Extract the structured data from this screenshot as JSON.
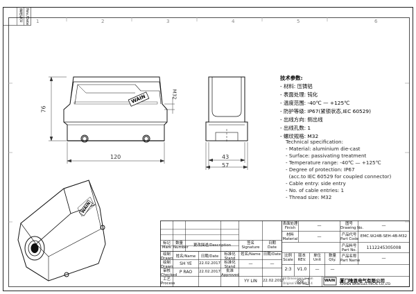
{
  "revision_block": {
    "label_1": "更改标记",
    "label_2": "Rev./Date"
  },
  "zones_top": [
    "1",
    "2",
    "3",
    "4",
    "5",
    "6"
  ],
  "dimensions": {
    "height_front": "76",
    "width_front": "120",
    "cable_entry": "M32",
    "width_side_inner": "43",
    "width_side_outer": "57"
  },
  "specs_cn": [
    "技术参数:",
    "- 材料: 压铸铝",
    "- 表面处理: 钝化",
    "- 温度范围: -40℃ — +125℃",
    "- 防护等级: IP67(紧锁状态,IEC 60529)",
    "- 出线方向: 侧出线",
    "- 出线孔数: 1",
    "- 螺纹规格: M32"
  ],
  "specs_en": [
    "Technical specification:",
    "- Material: aluminium die-cast",
    "- Surface: passivating treatment",
    "- Temperature range: -40℃ — +125℃",
    "- Degree of protection: IP67",
    "  (acc.to IEC 60529 for coupled connector)",
    "- Cable entry: side entry",
    "- No. of cable entries: 1",
    "- Thread size: M32"
  ],
  "brand_mark": "WAIN",
  "title_block": {
    "surface_finish_label": "表面处理",
    "surface_finish_en": "Finish",
    "surface_finish_value": "—",
    "material_label": "材料",
    "material_en": "Material",
    "material_value": "—",
    "drawing_no_label": "图号",
    "drawing_no_en": "Drawing No.",
    "drawing_no_value": "—",
    "part_code_label": "产品代号",
    "part_code_en": "Part Code",
    "part_code_value": "EMC.W24B-SEH-4B-M32",
    "part_no_label": "产品料号",
    "part_no_en": "Part No.",
    "part_no_value": "1112245305008",
    "part_name_label": "产品名称",
    "part_name_en": "Part Name",
    "part_name_value": "—",
    "scale_label": "比例",
    "scale_en": "Scale",
    "scale_value": "2:3",
    "rev_label": "版本",
    "rev_en": "REV.",
    "rev_value": "V1.0",
    "unit_label": "单位",
    "unit_en": "Unit",
    "unit_value": "—",
    "qty_label": "数量",
    "qty_en": "Qty.",
    "qty_value": "—",
    "dims_note_1": "All Dimensions in mm",
    "dims_note_2": "Original Size: DIN A 4",
    "company_cn": "厦门唯恩电气有限公司",
    "company_en": "XIAMEN WAIN ELECTRICAL CO.,LTD",
    "logo_text": "WAIN",
    "headers": {
      "mark_cn": "标记",
      "mark_en": "Mark",
      "number_cn": "数量",
      "number_en": "Number",
      "description_cn": "更改描述",
      "description_en": "/Description",
      "signature_cn": "签名",
      "signature_en": "Signature",
      "date_cn": "日期",
      "date_en": "Date"
    },
    "row_labels": {
      "drawn_cn": "绘制",
      "drawn_en": "Drawn",
      "checked_cn": "审核",
      "checked_en": "Checked",
      "process_cn": "工艺",
      "process_en": "Process",
      "name_col": "姓名/Name",
      "date_col": "日期/Date",
      "stand_cn": "标准化",
      "stand_en": "Stand",
      "approved_cn": "批准",
      "approved_en": "Approved",
      "name_col2": "姓名/Name",
      "date_col2": "日期/Date"
    },
    "drawn_name": "SH YE",
    "drawn_date": "22.02.2017",
    "checked_name": "P RAO",
    "checked_date": "22.02.2017",
    "stand_name": "—",
    "stand_date": "—",
    "approved_name": "YY LIN",
    "approved_date": "22.02.2017"
  }
}
